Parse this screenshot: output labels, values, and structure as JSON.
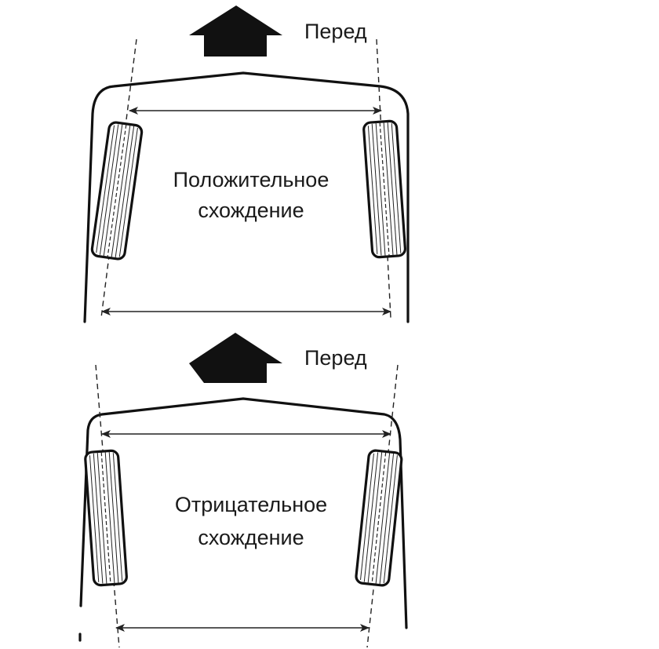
{
  "diagrams": [
    {
      "id": "toe-in",
      "front_label": "Перед",
      "title_line1": "Положительное",
      "title_line2": "схождение"
    },
    {
      "id": "toe-out",
      "front_label": "Перед",
      "title_line1": "Отрицательное",
      "title_line2": "схождение"
    }
  ],
  "colors": {
    "background": "#ffffff",
    "line": "#111111"
  }
}
